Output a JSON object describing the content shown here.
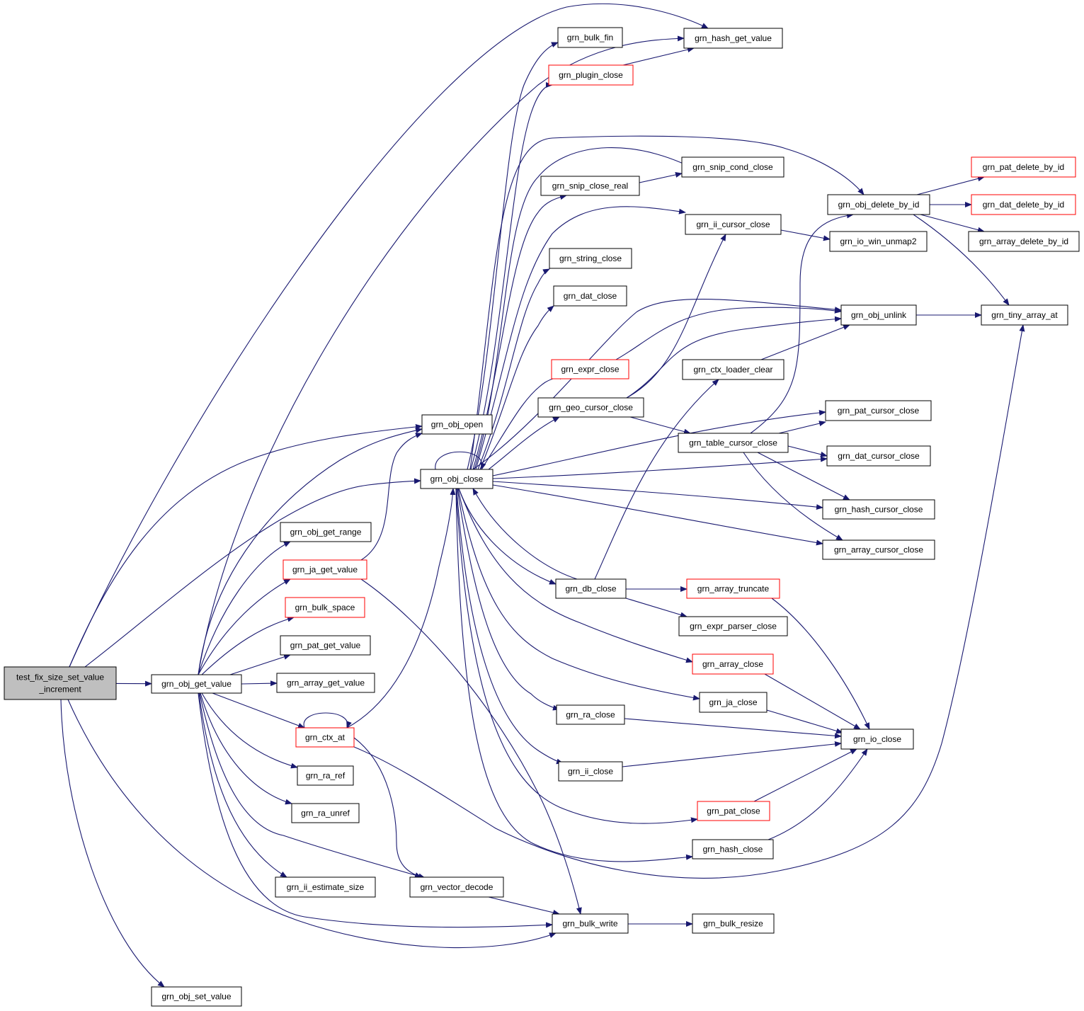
{
  "colors": {
    "edge": "#191970",
    "box_border": "#000000",
    "truncated_border": "#ff0000",
    "root_fill": "#bfbfbf",
    "box_fill": "#ffffff"
  },
  "nodes": [
    {
      "id": "root",
      "lines": [
        "test_fix_size_set_value",
        "_increment"
      ],
      "style": "root"
    },
    {
      "id": "get_value",
      "lines": [
        "grn_obj_get_value"
      ],
      "style": "normal"
    },
    {
      "id": "set_value",
      "lines": [
        "grn_obj_set_value"
      ],
      "style": "normal"
    },
    {
      "id": "hash_get_value",
      "lines": [
        "grn_hash_get_value"
      ],
      "style": "normal"
    },
    {
      "id": "obj_open",
      "lines": [
        "grn_obj_open"
      ],
      "style": "normal"
    },
    {
      "id": "obj_close",
      "lines": [
        "grn_obj_close"
      ],
      "style": "normal"
    },
    {
      "id": "bulk_write",
      "lines": [
        "grn_bulk_write"
      ],
      "style": "normal"
    },
    {
      "id": "get_range",
      "lines": [
        "grn_obj_get_range"
      ],
      "style": "normal"
    },
    {
      "id": "ja_get_value",
      "lines": [
        "grn_ja_get_value"
      ],
      "style": "truncated"
    },
    {
      "id": "bulk_space",
      "lines": [
        "grn_bulk_space"
      ],
      "style": "truncated"
    },
    {
      "id": "pat_get_value",
      "lines": [
        "grn_pat_get_value"
      ],
      "style": "normal"
    },
    {
      "id": "array_get_value",
      "lines": [
        "grn_array_get_value"
      ],
      "style": "normal"
    },
    {
      "id": "ctx_at",
      "lines": [
        "grn_ctx_at"
      ],
      "style": "truncated"
    },
    {
      "id": "ra_ref",
      "lines": [
        "grn_ra_ref"
      ],
      "style": "normal"
    },
    {
      "id": "ra_unref",
      "lines": [
        "grn_ra_unref"
      ],
      "style": "normal"
    },
    {
      "id": "ii_estimate_size",
      "lines": [
        "grn_ii_estimate_size"
      ],
      "style": "normal"
    },
    {
      "id": "vector_decode",
      "lines": [
        "grn_vector_decode"
      ],
      "style": "normal"
    },
    {
      "id": "bulk_fin",
      "lines": [
        "grn_bulk_fin"
      ],
      "style": "normal"
    },
    {
      "id": "plugin_close",
      "lines": [
        "grn_plugin_close"
      ],
      "style": "truncated"
    },
    {
      "id": "snip_close_real",
      "lines": [
        "grn_snip_close_real"
      ],
      "style": "normal"
    },
    {
      "id": "snip_cond_close",
      "lines": [
        "grn_snip_cond_close"
      ],
      "style": "normal"
    },
    {
      "id": "ii_cursor_close",
      "lines": [
        "grn_ii_cursor_close"
      ],
      "style": "normal"
    },
    {
      "id": "string_close",
      "lines": [
        "grn_string_close"
      ],
      "style": "normal"
    },
    {
      "id": "dat_close",
      "lines": [
        "grn_dat_close"
      ],
      "style": "normal"
    },
    {
      "id": "expr_close",
      "lines": [
        "grn_expr_close"
      ],
      "style": "truncated"
    },
    {
      "id": "geo_cursor_close",
      "lines": [
        "grn_geo_cursor_close"
      ],
      "style": "normal"
    },
    {
      "id": "ctx_loader_clear",
      "lines": [
        "grn_ctx_loader_clear"
      ],
      "style": "normal"
    },
    {
      "id": "table_cursor_close",
      "lines": [
        "grn_table_cursor_close"
      ],
      "style": "normal"
    },
    {
      "id": "db_close",
      "lines": [
        "grn_db_close"
      ],
      "style": "normal"
    },
    {
      "id": "array_truncate",
      "lines": [
        "grn_array_truncate"
      ],
      "style": "truncated"
    },
    {
      "id": "expr_parser_close",
      "lines": [
        "grn_expr_parser_close"
      ],
      "style": "normal"
    },
    {
      "id": "array_close",
      "lines": [
        "grn_array_close"
      ],
      "style": "truncated"
    },
    {
      "id": "ja_close",
      "lines": [
        "grn_ja_close"
      ],
      "style": "normal"
    },
    {
      "id": "ra_close",
      "lines": [
        "grn_ra_close"
      ],
      "style": "normal"
    },
    {
      "id": "ii_close",
      "lines": [
        "grn_ii_close"
      ],
      "style": "normal"
    },
    {
      "id": "pat_close",
      "lines": [
        "grn_pat_close"
      ],
      "style": "truncated"
    },
    {
      "id": "hash_close",
      "lines": [
        "grn_hash_close"
      ],
      "style": "normal"
    },
    {
      "id": "bulk_resize",
      "lines": [
        "grn_bulk_resize"
      ],
      "style": "normal"
    },
    {
      "id": "obj_delete_by_id",
      "lines": [
        "grn_obj_delete_by_id"
      ],
      "style": "normal"
    },
    {
      "id": "io_win_unmap2",
      "lines": [
        "grn_io_win_unmap2"
      ],
      "style": "normal"
    },
    {
      "id": "obj_unlink",
      "lines": [
        "grn_obj_unlink"
      ],
      "style": "normal"
    },
    {
      "id": "pat_cursor_close",
      "lines": [
        "grn_pat_cursor_close"
      ],
      "style": "normal"
    },
    {
      "id": "dat_cursor_close",
      "lines": [
        "grn_dat_cursor_close"
      ],
      "style": "normal"
    },
    {
      "id": "hash_cursor_close",
      "lines": [
        "grn_hash_cursor_close"
      ],
      "style": "normal"
    },
    {
      "id": "array_cursor_close",
      "lines": [
        "grn_array_cursor_close"
      ],
      "style": "normal"
    },
    {
      "id": "io_close",
      "lines": [
        "grn_io_close"
      ],
      "style": "normal"
    },
    {
      "id": "pat_delete_by_id",
      "lines": [
        "grn_pat_delete_by_id"
      ],
      "style": "truncated"
    },
    {
      "id": "dat_delete_by_id",
      "lines": [
        "grn_dat_delete_by_id"
      ],
      "style": "truncated"
    },
    {
      "id": "array_delete_by_id",
      "lines": [
        "grn_array_delete_by_id"
      ],
      "style": "normal"
    },
    {
      "id": "tiny_array_at",
      "lines": [
        "grn_tiny_array_at"
      ],
      "style": "normal"
    }
  ],
  "edges": [
    [
      "root",
      "get_value"
    ],
    [
      "root",
      "set_value"
    ],
    [
      "root",
      "hash_get_value"
    ],
    [
      "root",
      "obj_open"
    ],
    [
      "root",
      "obj_close"
    ],
    [
      "root",
      "bulk_write"
    ],
    [
      "get_value",
      "hash_get_value"
    ],
    [
      "get_value",
      "obj_open"
    ],
    [
      "get_value",
      "get_range"
    ],
    [
      "get_value",
      "ja_get_value"
    ],
    [
      "get_value",
      "bulk_space"
    ],
    [
      "get_value",
      "pat_get_value"
    ],
    [
      "get_value",
      "array_get_value"
    ],
    [
      "get_value",
      "ctx_at"
    ],
    [
      "get_value",
      "ra_ref"
    ],
    [
      "get_value",
      "ra_unref"
    ],
    [
      "get_value",
      "ii_estimate_size"
    ],
    [
      "get_value",
      "vector_decode"
    ],
    [
      "get_value",
      "bulk_write"
    ],
    [
      "ja_get_value",
      "obj_open"
    ],
    [
      "ja_get_value",
      "bulk_write"
    ],
    [
      "ctx_at",
      "ctx_at"
    ],
    [
      "ctx_at",
      "obj_close"
    ],
    [
      "ctx_at",
      "vector_decode"
    ],
    [
      "ctx_at",
      "tiny_array_at"
    ],
    [
      "vector_decode",
      "bulk_write"
    ],
    [
      "bulk_write",
      "bulk_resize"
    ],
    [
      "obj_close",
      "obj_close"
    ],
    [
      "obj_close",
      "bulk_fin"
    ],
    [
      "obj_close",
      "plugin_close"
    ],
    [
      "obj_close",
      "snip_close_real"
    ],
    [
      "obj_close",
      "snip_cond_close"
    ],
    [
      "obj_close",
      "ii_cursor_close"
    ],
    [
      "obj_close",
      "string_close"
    ],
    [
      "obj_close",
      "dat_close"
    ],
    [
      "obj_close",
      "expr_close"
    ],
    [
      "obj_close",
      "geo_cursor_close"
    ],
    [
      "obj_close",
      "obj_delete_by_id"
    ],
    [
      "obj_close",
      "obj_unlink"
    ],
    [
      "obj_close",
      "pat_cursor_close"
    ],
    [
      "obj_close",
      "dat_cursor_close"
    ],
    [
      "obj_close",
      "hash_cursor_close"
    ],
    [
      "obj_close",
      "array_cursor_close"
    ],
    [
      "obj_close",
      "db_close"
    ],
    [
      "obj_close",
      "array_close"
    ],
    [
      "obj_close",
      "ja_close"
    ],
    [
      "obj_close",
      "ra_close"
    ],
    [
      "obj_close",
      "ii_close"
    ],
    [
      "obj_close",
      "pat_close"
    ],
    [
      "obj_close",
      "hash_close"
    ],
    [
      "plugin_close",
      "hash_get_value"
    ],
    [
      "snip_close_real",
      "snip_cond_close"
    ],
    [
      "ii_cursor_close",
      "io_win_unmap2"
    ],
    [
      "expr_close",
      "obj_unlink"
    ],
    [
      "geo_cursor_close",
      "ii_cursor_close"
    ],
    [
      "geo_cursor_close",
      "obj_unlink"
    ],
    [
      "geo_cursor_close",
      "table_cursor_close"
    ],
    [
      "ctx_loader_clear",
      "obj_unlink"
    ],
    [
      "table_cursor_close",
      "obj_delete_by_id"
    ],
    [
      "table_cursor_close",
      "pat_cursor_close"
    ],
    [
      "table_cursor_close",
      "dat_cursor_close"
    ],
    [
      "table_cursor_close",
      "hash_cursor_close"
    ],
    [
      "table_cursor_close",
      "array_cursor_close"
    ],
    [
      "db_close",
      "obj_close"
    ],
    [
      "db_close",
      "ctx_loader_clear"
    ],
    [
      "db_close",
      "array_truncate"
    ],
    [
      "db_close",
      "expr_parser_close"
    ],
    [
      "array_truncate",
      "io_close"
    ],
    [
      "array_close",
      "io_close"
    ],
    [
      "ja_close",
      "io_close"
    ],
    [
      "ra_close",
      "io_close"
    ],
    [
      "ii_close",
      "io_close"
    ],
    [
      "pat_close",
      "io_close"
    ],
    [
      "hash_close",
      "io_close"
    ],
    [
      "obj_delete_by_id",
      "pat_delete_by_id"
    ],
    [
      "obj_delete_by_id",
      "dat_delete_by_id"
    ],
    [
      "obj_delete_by_id",
      "array_delete_by_id"
    ],
    [
      "obj_delete_by_id",
      "tiny_array_at"
    ],
    [
      "obj_unlink",
      "tiny_array_at"
    ]
  ]
}
